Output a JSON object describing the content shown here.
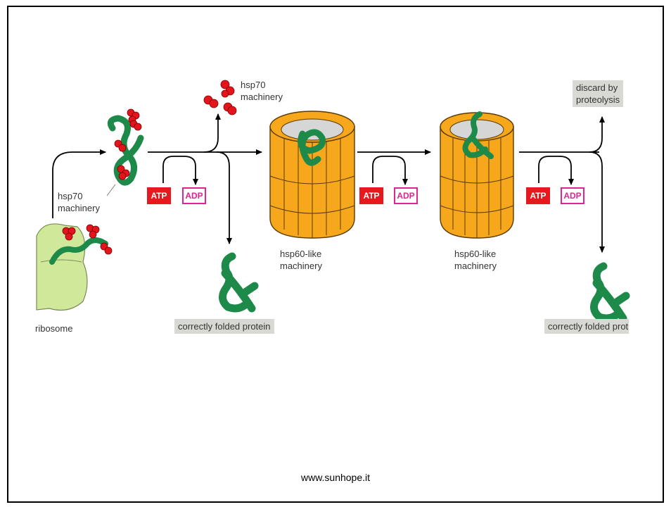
{
  "labels": {
    "hsp70_top": "hsp70\nmachinery",
    "hsp70_left": "hsp70\nmachinery",
    "ribosome": "ribosome",
    "hsp60_1": "hsp60-like\nmachinery",
    "hsp60_2": "hsp60-like\nmachinery",
    "folded_1": "correctly folded protein",
    "folded_2": "correctly folded prot",
    "discard": "discard by\nproteolysis"
  },
  "tags": {
    "atp": "ATP",
    "adp": "ADP"
  },
  "footer": "www.sunhope.it",
  "colors": {
    "protein": "#1e8a4a",
    "chaperone": "#e3141b",
    "barrel": "#f6a71c",
    "ribosome": "#cfe89a",
    "atp": "#e8191e",
    "adp": "#e0258e",
    "label_bg": "#d9d9d4"
  }
}
